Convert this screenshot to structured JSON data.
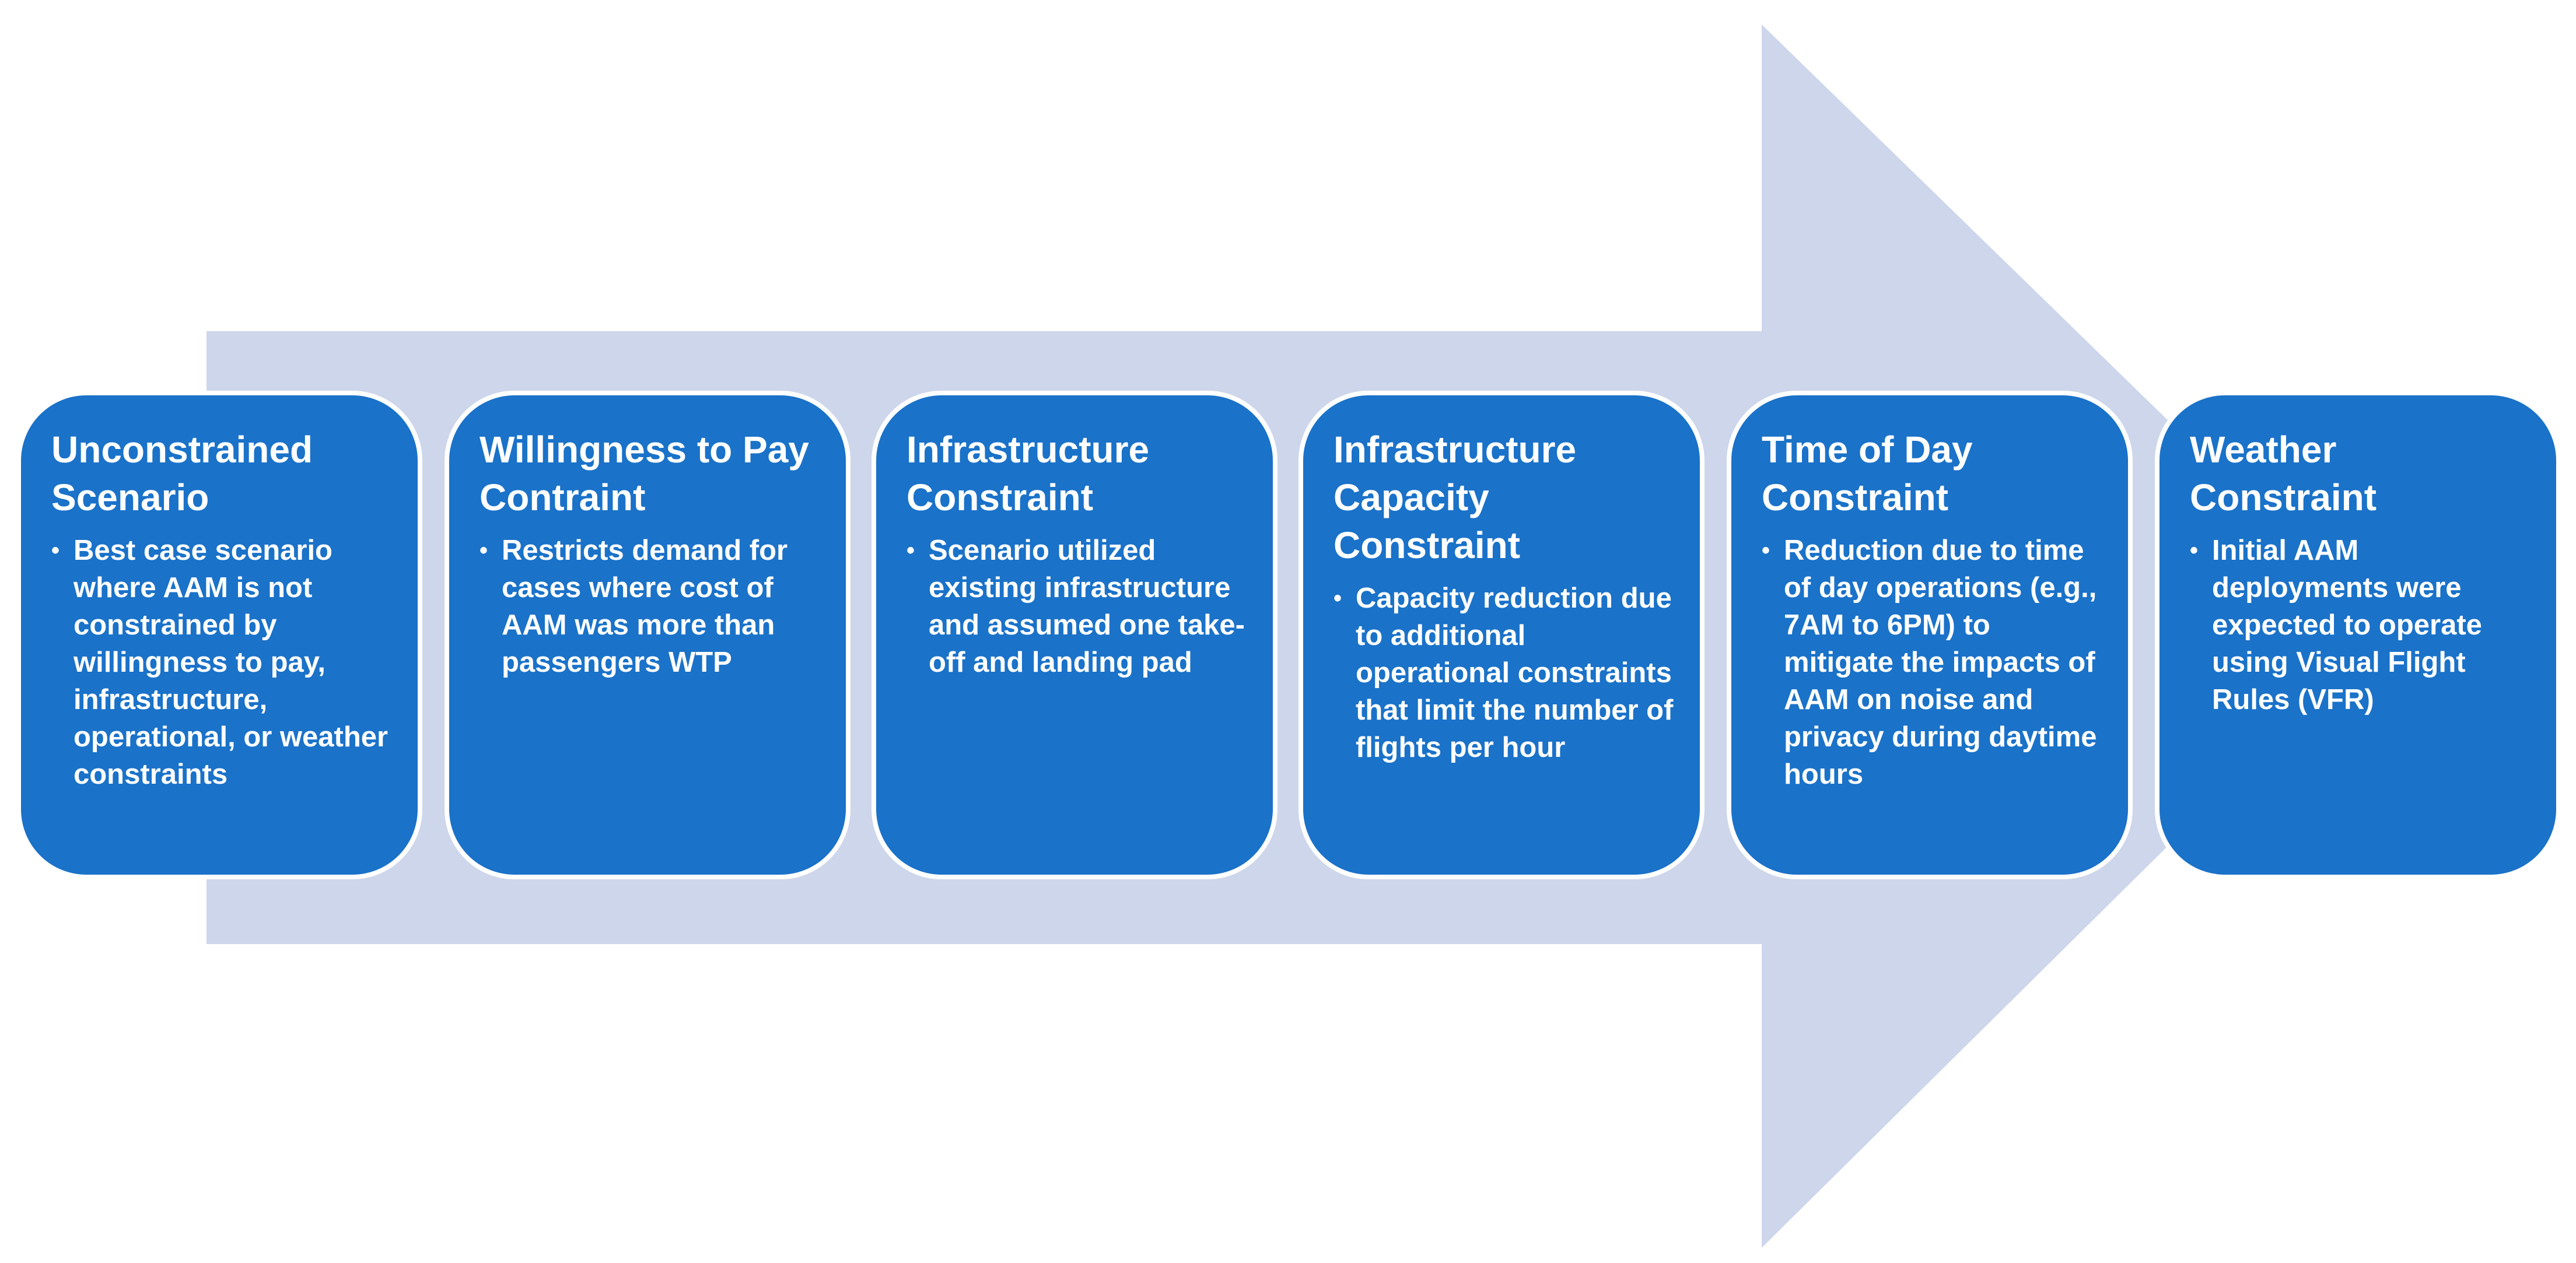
{
  "diagram": {
    "arrow_color": "#cdd6eb",
    "box_color": "#1a72c9",
    "steps": [
      {
        "title": "Unconstrained Scenario",
        "bullet": "Best case scenario where AAM is not constrained by willingness to pay, infrastructure, operational, or weather constraints"
      },
      {
        "title": "Willingness to Pay Contraint",
        "bullet": "Restricts demand for cases where cost of AAM was more than passengers WTP"
      },
      {
        "title": "Infrastructure Constraint",
        "bullet": "Scenario utilized existing infrastructure and assumed one take-off and landing pad"
      },
      {
        "title": "Infrastructure Capacity Constraint",
        "bullet": "Capacity reduction due to additional operational constraints that limit the number of flights per hour"
      },
      {
        "title": "Time of Day Constraint",
        "bullet": "Reduction due to time of day operations (e.g., 7AM to 6PM) to mitigate the impacts of AAM on noise and privacy during daytime hours"
      },
      {
        "title": "Weather Constraint",
        "bullet": "Initial AAM deployments were expected to operate using Visual Flight Rules (VFR)"
      }
    ]
  }
}
